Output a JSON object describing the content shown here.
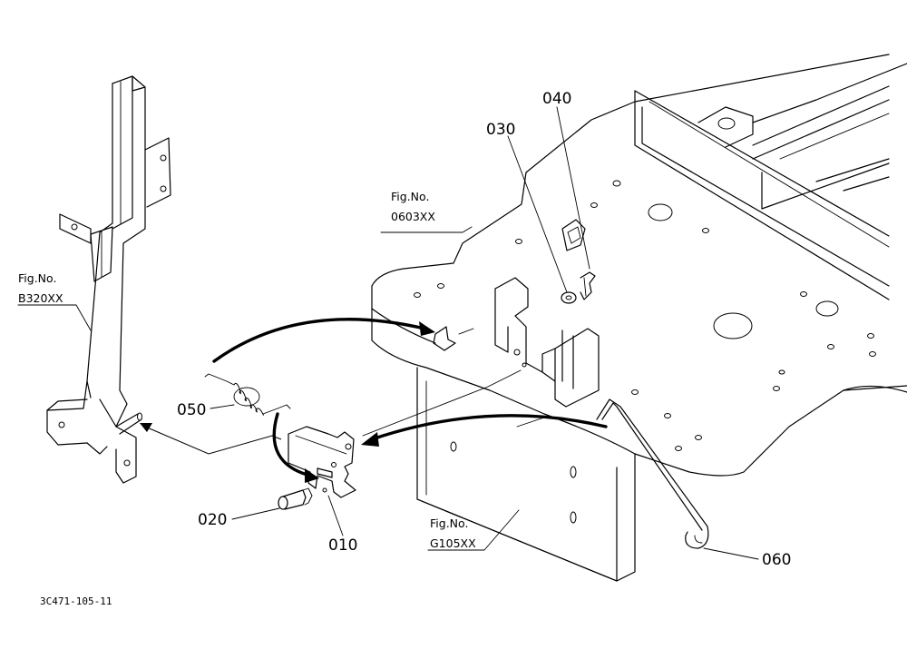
{
  "callouts": [
    {
      "id": "040",
      "label": "040"
    },
    {
      "id": "030",
      "label": "030"
    },
    {
      "id": "050",
      "label": "050"
    },
    {
      "id": "020",
      "label": "020"
    },
    {
      "id": "010",
      "label": "010"
    },
    {
      "id": "060",
      "label": "060"
    }
  ],
  "figure_refs": [
    {
      "id": "0603XX",
      "prefix": "Fig.No.",
      "number": "0603XX"
    },
    {
      "id": "B320XX",
      "prefix": "Fig.No.",
      "number": "B320XX"
    },
    {
      "id": "G105XX",
      "prefix": "Fig.No.",
      "number": "G105XX"
    }
  ],
  "drawing_code": "3C471-105-11"
}
